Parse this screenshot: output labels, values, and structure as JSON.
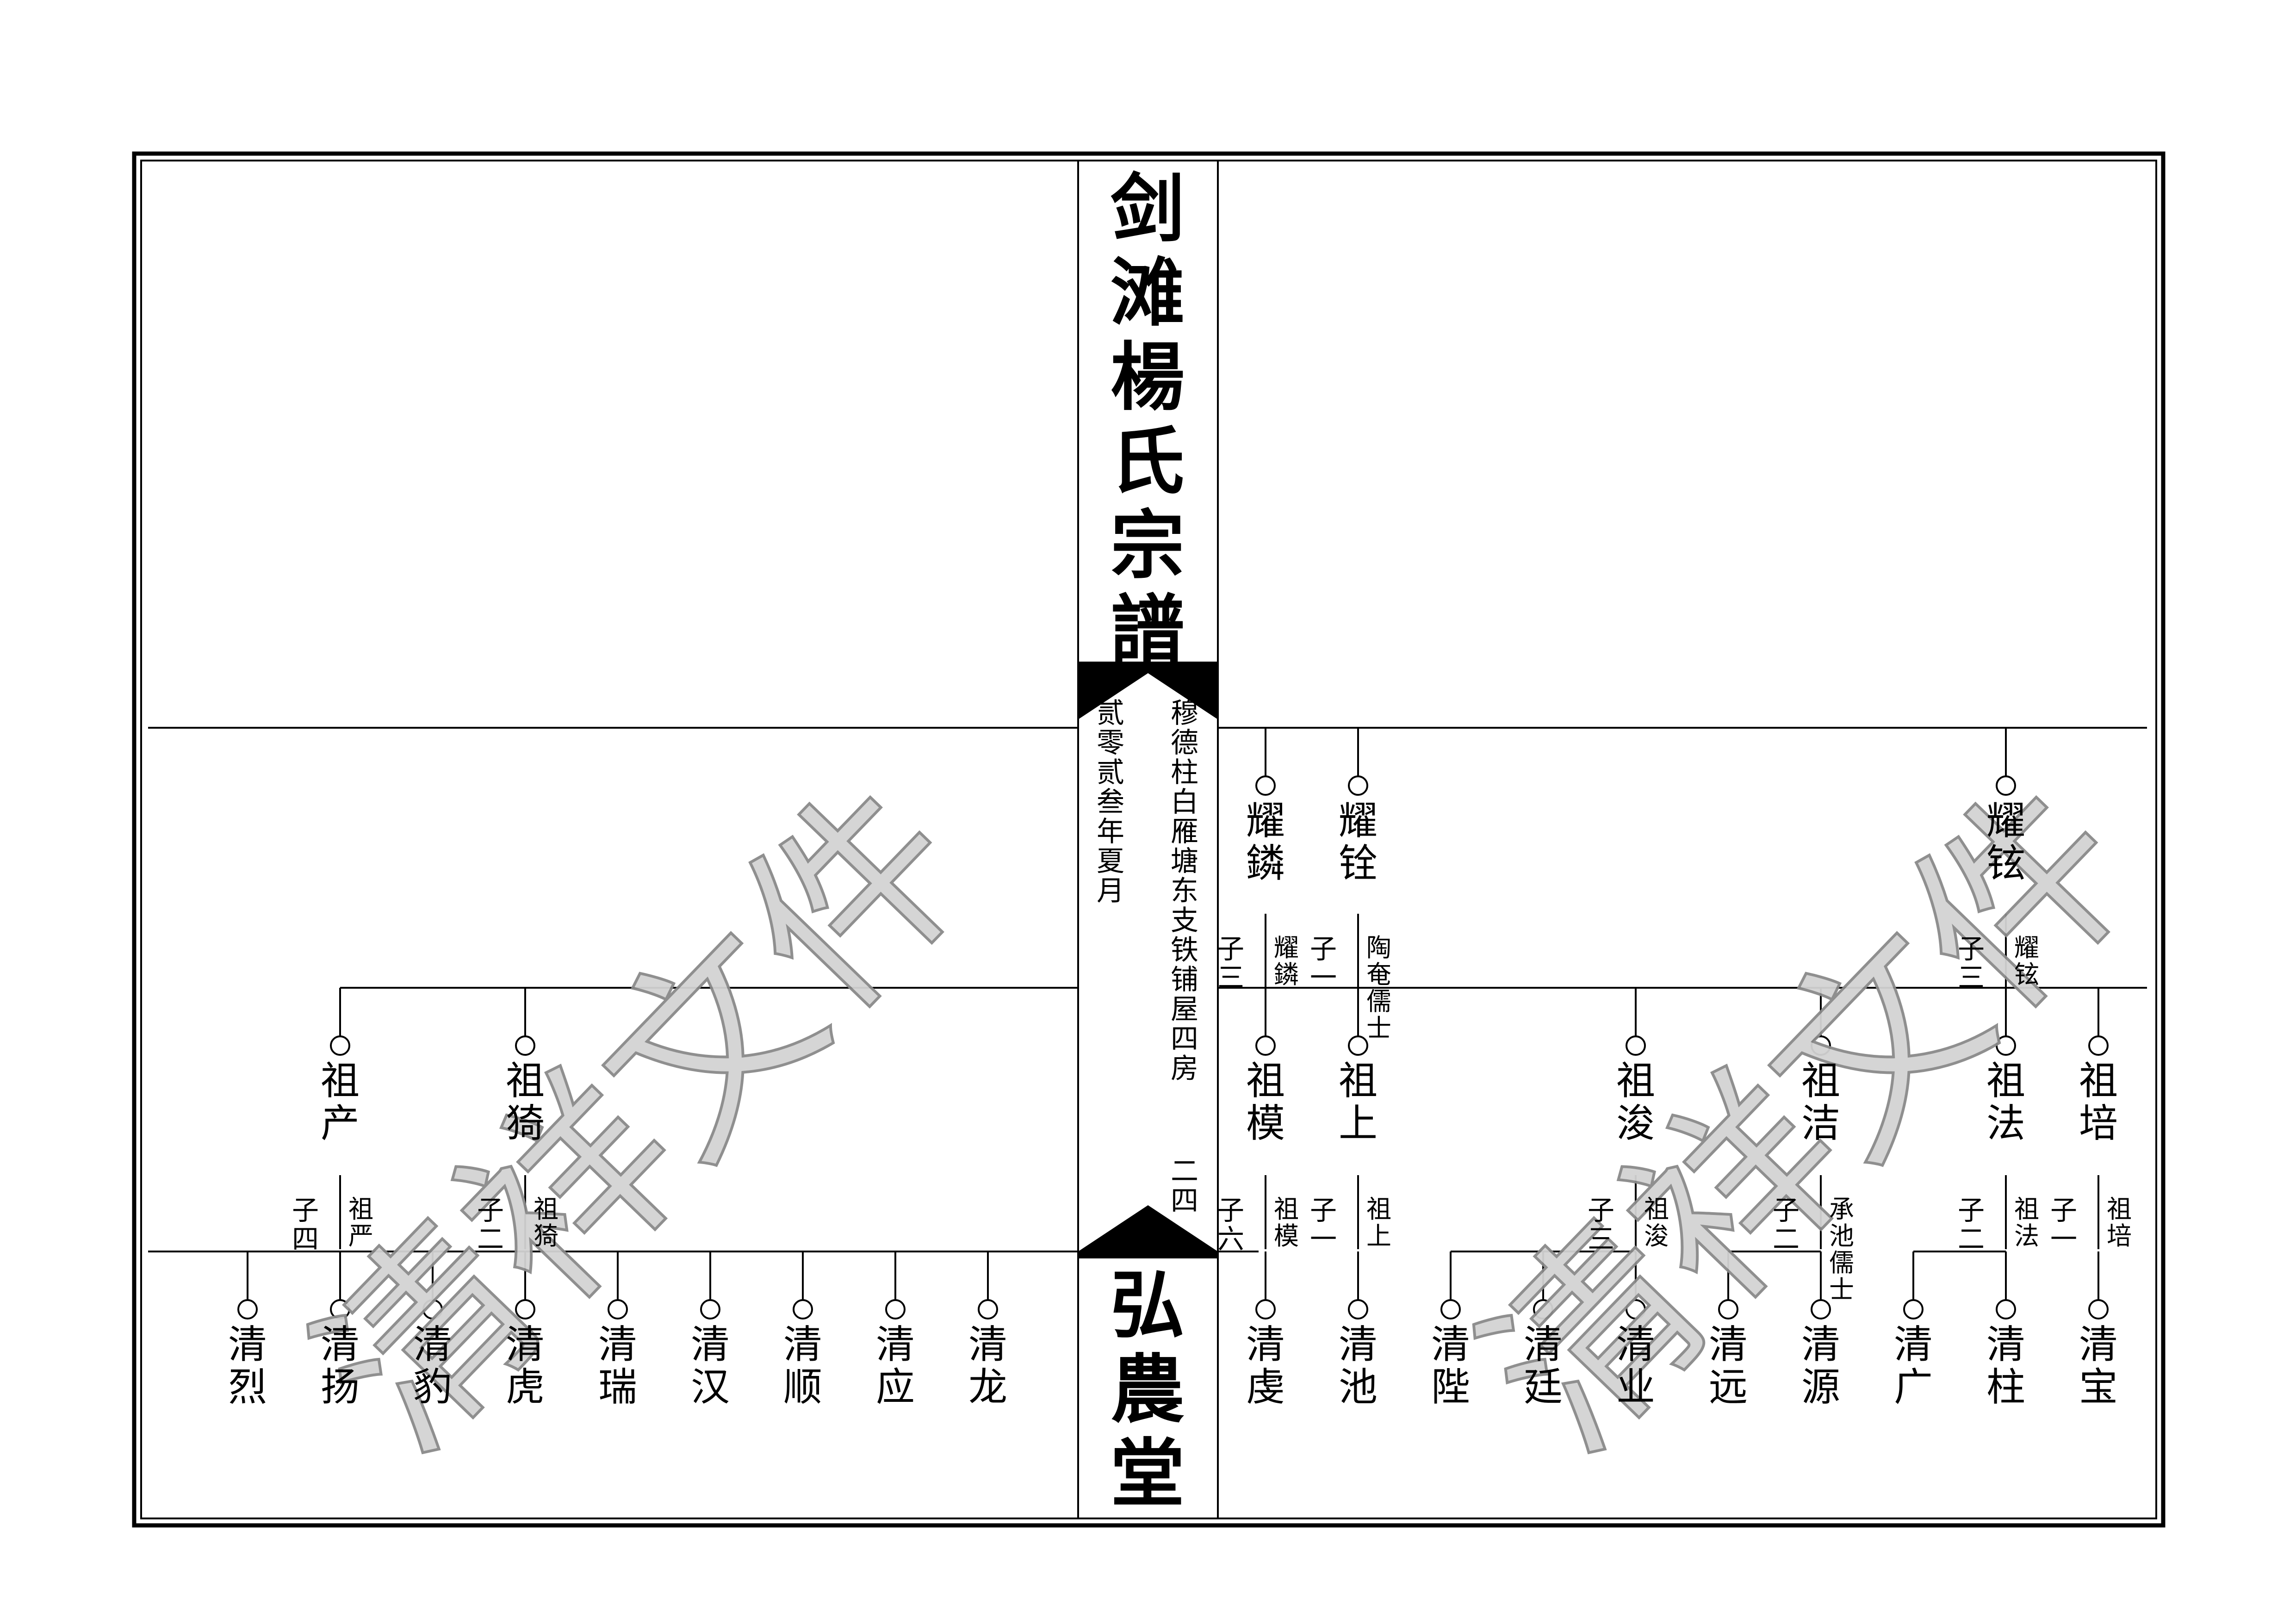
{
  "title": "剑滩楊氏宗譜",
  "hall": "弘農堂",
  "branch": "穆德柱白雁塘东支铁铺屋四房",
  "date": "贰零贰叁年夏月",
  "page_no": "二四",
  "watermark": "清祥文件",
  "left": {
    "gen_zu": [
      "祖产",
      "祖猗"
    ],
    "sons_zu": [
      {
        "count": "子四",
        "father": "祖严"
      },
      {
        "count": "子二",
        "father": "祖猗"
      }
    ],
    "gen_qing": [
      "清烈",
      "清扬",
      "清豹",
      "清虎",
      "清瑞",
      "清汉",
      "清顺",
      "清应",
      "清龙"
    ]
  },
  "right": {
    "gen_yao": [
      "耀鏻",
      "耀铨",
      "耀铉"
    ],
    "sons_yao": [
      {
        "count": "子三",
        "father": "耀鏻"
      },
      {
        "count": "子一",
        "father": "陶奄儒士"
      },
      {
        "count": "子三",
        "father": "耀铉"
      }
    ],
    "gen_zu": [
      "祖模",
      "祖上",
      "祖浚",
      "祖洁",
      "祖法",
      "祖培"
    ],
    "sons_zu": [
      {
        "count": "子六",
        "father": "祖模"
      },
      {
        "count": "子一",
        "father": "祖上"
      },
      {
        "count": "子三",
        "father": "祖浚"
      },
      {
        "count": "子二",
        "father": "承池儒士"
      },
      {
        "count": "子二",
        "father": "祖法"
      },
      {
        "count": "子一",
        "father": "祖培"
      }
    ],
    "gen_qing": [
      "清虔",
      "清池",
      "清陛",
      "清廷",
      "清业",
      "清远",
      "清源",
      "清广",
      "清柱",
      "清宝"
    ]
  }
}
